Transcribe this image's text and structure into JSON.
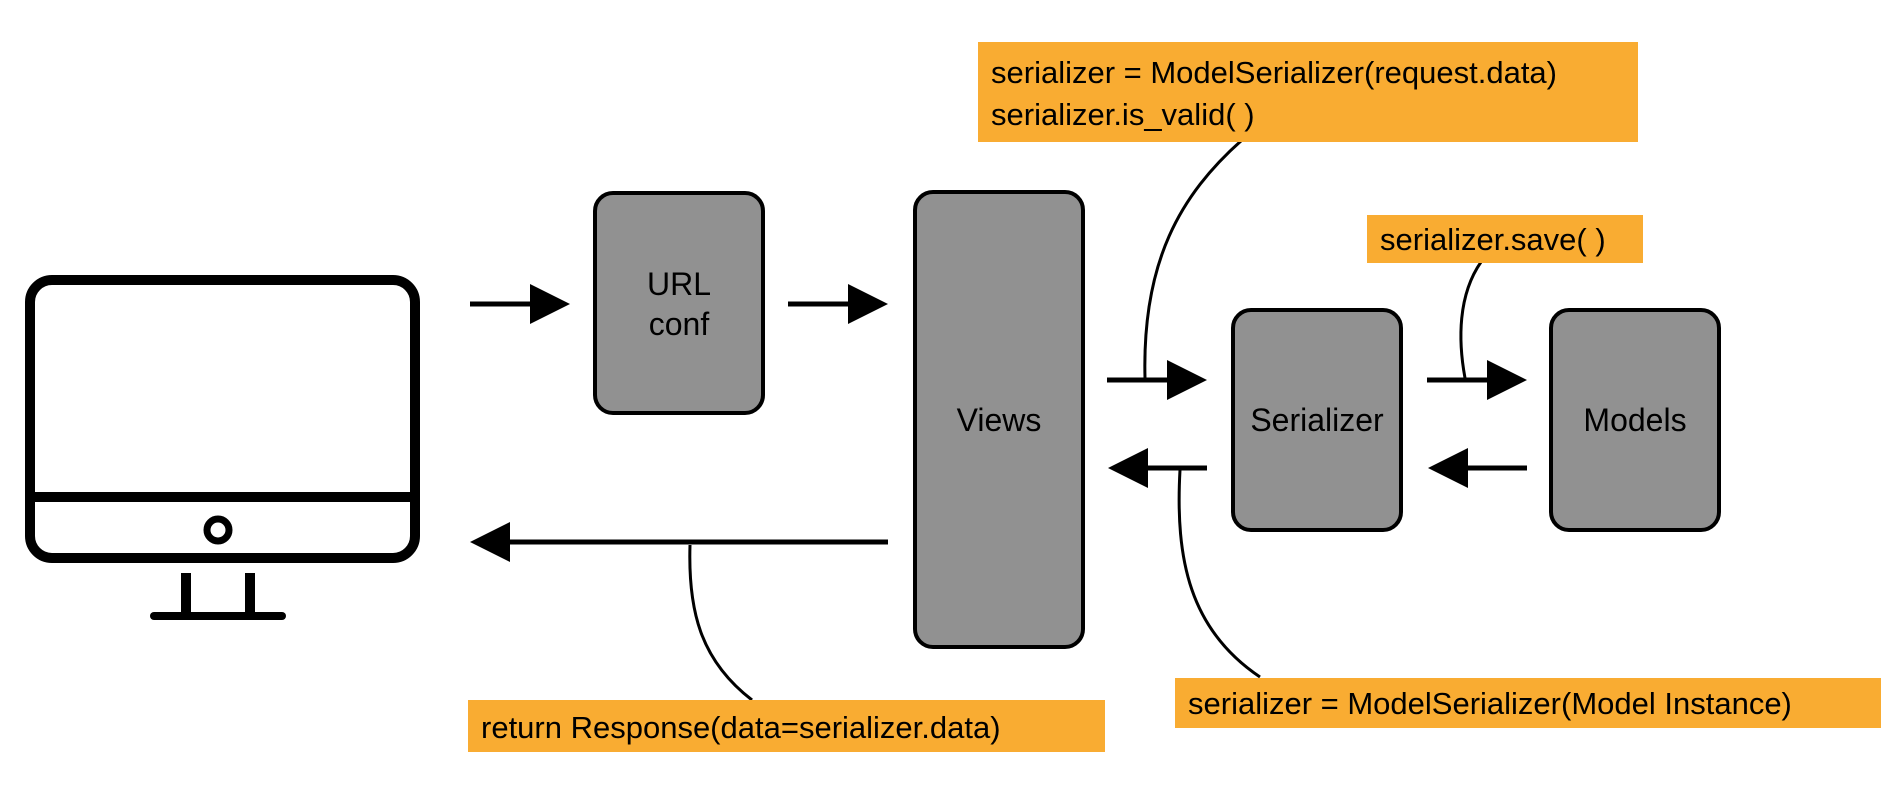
{
  "colors": {
    "box_fill": "#919191",
    "note_fill": "#F9AC32",
    "stroke": "#000000",
    "background": "#FFFFFF"
  },
  "nodes": {
    "client": {
      "icon": "desktop-monitor-icon"
    },
    "url_conf": {
      "label_line1": "URL",
      "label_line2": "conf"
    },
    "views": {
      "label": "Views"
    },
    "serializer": {
      "label": "Serializer"
    },
    "models": {
      "label": "Models"
    }
  },
  "notes": {
    "request": {
      "line1": "serializer = ModelSerializer(request.data)",
      "line2": "serializer.is_valid( )"
    },
    "save": {
      "line1": "serializer.save( )"
    },
    "instance": {
      "line1": "serializer = ModelSerializer(Model Instance)"
    },
    "response": {
      "line1": "return  Response(data=serializer.data)"
    }
  }
}
